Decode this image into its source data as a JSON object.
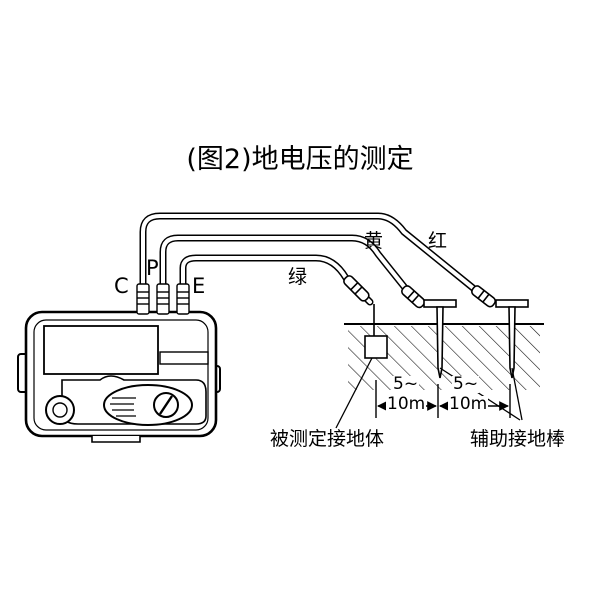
{
  "title": "(图2)地电压的测定",
  "terminals": {
    "c": "C",
    "p": "P",
    "e": "E"
  },
  "wire_colors": {
    "yellow": "黄",
    "red": "红",
    "green": "绿"
  },
  "distances": {
    "first": {
      "top": "5~",
      "bottom": "10m"
    },
    "second": {
      "top": "5~",
      "bottom": "10m"
    }
  },
  "captions": {
    "object": "被测定接地体",
    "rods": "辅助接地棒"
  }
}
